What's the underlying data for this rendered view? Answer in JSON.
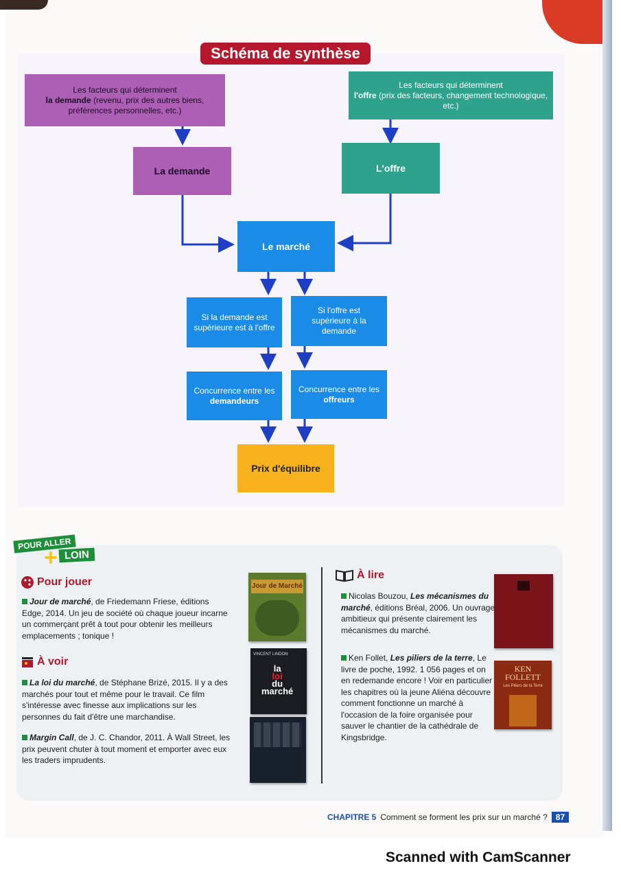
{
  "title": "Schéma de synthèse",
  "diagram": {
    "demand_factors": {
      "pre": "Les facteurs qui déterminent",
      "bold": "la demande",
      "post": " (revenu, prix des autres biens, préférences personnelles, etc.)"
    },
    "supply_factors": {
      "pre": "Les facteurs qui déterminent",
      "bold": "l'offre",
      "post": " (prix des facteurs, changement technologique, etc.)"
    },
    "demand": "La demande",
    "supply": "L'offre",
    "market": "Le marché",
    "demand_higher": "Si la demande est supérieure est à l'offre",
    "supply_higher": "Si l'offre est supérieure à la demande",
    "comp_buyers": {
      "pre": "Concurrence entre les ",
      "bold": "demandeurs"
    },
    "comp_sellers": {
      "pre": "Concurrence entre les ",
      "bold": "offreurs"
    },
    "equilibrium": "Prix d'équilibre"
  },
  "further": {
    "badge_top": "POUR ALLER",
    "badge_plus": "+",
    "badge_bottom": "LOIN",
    "play": {
      "heading": "Pour jouer",
      "entries": [
        {
          "title": "Jour de marché",
          "text": ", de Friedemann Friese, éditions Edge, 2014. Un jeu de société où chaque joueur incarne un commerçant prêt à tout pour obtenir les meilleurs emplacements ; tonique !"
        }
      ]
    },
    "watch": {
      "heading": "À voir",
      "entries": [
        {
          "title": "La loi du marché",
          "text": ", de Stéphane Brizé, 2015. Il y a des marchés pour tout et même pour le travail. Ce film s'intéresse avec finesse aux implications sur les personnes du fait d'être une marchandise."
        },
        {
          "title": "Margin Call",
          "text": ", de J. C. Chandor, 2011. À Wall Street, les prix peuvent chuter à tout moment et emporter avec eux les traders imprudents."
        }
      ]
    },
    "read": {
      "heading": "À lire",
      "entries": [
        {
          "author": "Nicolas Bouzou, ",
          "title": "Les mécanismes du marché",
          "text": ", éditions Bréal, 2006. Un ouvrage ambitieux qui présente clairement les mécanismes du marché."
        },
        {
          "author": "Ken Follet, ",
          "title": "Les piliers de la terre",
          "text": ", Le livre de poche, 1992. 1 056 pages et on en redemande encore ! Voir en particulier les chapitres où la jeune Aliéna découvre comment fonctionne un marché à l'occasion de la foire organisée pour sauver le chantier de la cathédrale de Kingsbridge."
        }
      ]
    },
    "covers": {
      "game": "Jour de Marché",
      "film": {
        "director": "VINCENT LINDON",
        "line1": "la",
        "line2": "loi",
        "line3": "du",
        "line4": "marché"
      },
      "follett": {
        "author": "KEN FOLLETT",
        "title": "Les Piliers de la Terre"
      }
    }
  },
  "footer": {
    "chapter": "CHAPITRE 5",
    "text": "Comment se forment les prix sur un marché ?",
    "page": "87"
  },
  "watermark": "Scanned with CamScanner",
  "colors": {
    "purple": "#ac5fb4",
    "teal": "#2fa28e",
    "blue": "#1a8be6",
    "orange": "#f7b21e",
    "title_red": "#b5172c",
    "green": "#1f8e3b"
  }
}
